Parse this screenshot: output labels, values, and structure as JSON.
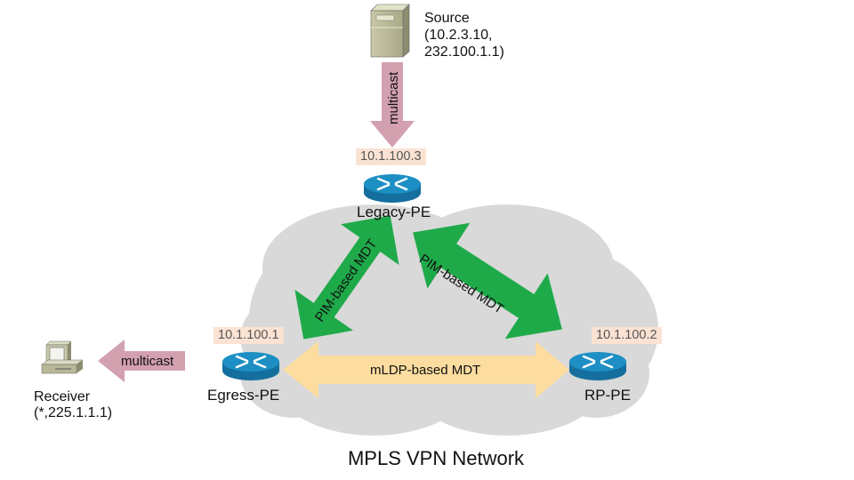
{
  "diagram": {
    "title": "MPLS VPN Network",
    "colors": {
      "cloud": "#d9d9d9",
      "pim_arrow": "#1faa4a",
      "mldp_arrow": "#fddd9f",
      "multicast_arrow": "#d3a0b0",
      "ip_badge": "#fbe3d3",
      "router": "#1d8fc4"
    },
    "source": {
      "icon": "server-icon",
      "label_line1": "Source",
      "label_line2": "(10.2.3.10,",
      "label_line3": "232.100.1.1)"
    },
    "receiver": {
      "icon": "workstation-icon",
      "label_line1": "Receiver",
      "label_line2": "(*,225.1.1.1)"
    },
    "routers": [
      {
        "name": "Legacy-PE",
        "ip": "10.1.100.3",
        "icon": "router-icon"
      },
      {
        "name": "Egress-PE",
        "ip": "10.1.100.1",
        "icon": "router-icon"
      },
      {
        "name": "RP-PE",
        "ip": "10.1.100.2",
        "icon": "router-icon"
      }
    ],
    "links": [
      {
        "from": "Legacy-PE",
        "to": "Egress-PE",
        "label": "PIM-based MDT",
        "type": "pim"
      },
      {
        "from": "Legacy-PE",
        "to": "RP-PE",
        "label": "PIM-based MDT",
        "type": "pim"
      },
      {
        "from": "Egress-PE",
        "to": "RP-PE",
        "label": "mLDP-based MDT",
        "type": "mldp"
      }
    ],
    "flows": [
      {
        "from": "Source",
        "to": "Legacy-PE",
        "label": "multicast"
      },
      {
        "from": "Egress-PE",
        "to": "Receiver",
        "label": "multicast"
      }
    ]
  }
}
